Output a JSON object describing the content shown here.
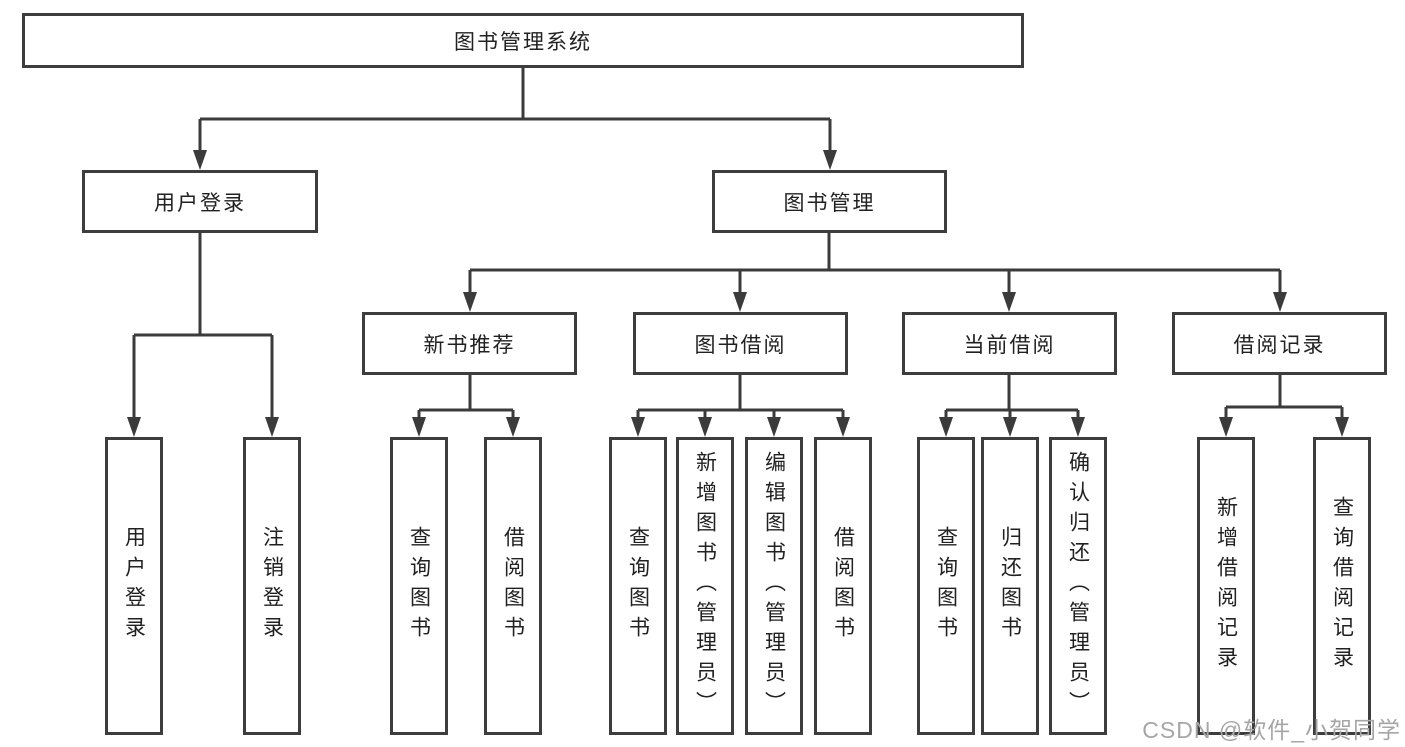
{
  "root": {
    "label": "图书管理系统"
  },
  "branches": [
    {
      "label": "用户登录",
      "leaves": [
        {
          "label": "用户登录"
        },
        {
          "label": "注销登录"
        }
      ]
    },
    {
      "label": "图书管理",
      "groups": [
        {
          "label": "新书推荐",
          "leaves": [
            {
              "label": "查询图书"
            },
            {
              "label": "借阅图书"
            }
          ]
        },
        {
          "label": "图书借阅",
          "leaves": [
            {
              "label": "查询图书"
            },
            {
              "label": "新增图书（管理员）"
            },
            {
              "label": "编辑图书（管理员）"
            },
            {
              "label": "借阅图书"
            }
          ]
        },
        {
          "label": "当前借阅",
          "leaves": [
            {
              "label": "查询图书"
            },
            {
              "label": "归还图书"
            },
            {
              "label": "确认归还（管理员）"
            }
          ]
        },
        {
          "label": "借阅记录",
          "leaves": [
            {
              "label": "新增借阅记录"
            },
            {
              "label": "查询借阅记录"
            }
          ]
        }
      ]
    }
  ],
  "watermark": "CSDN @软件_小贺同学",
  "colors": {
    "line": "#3b3b3b",
    "border": "#3d3d3d",
    "text": "#212121",
    "watermark": "#a6a6a6",
    "background": "#ffffff"
  }
}
